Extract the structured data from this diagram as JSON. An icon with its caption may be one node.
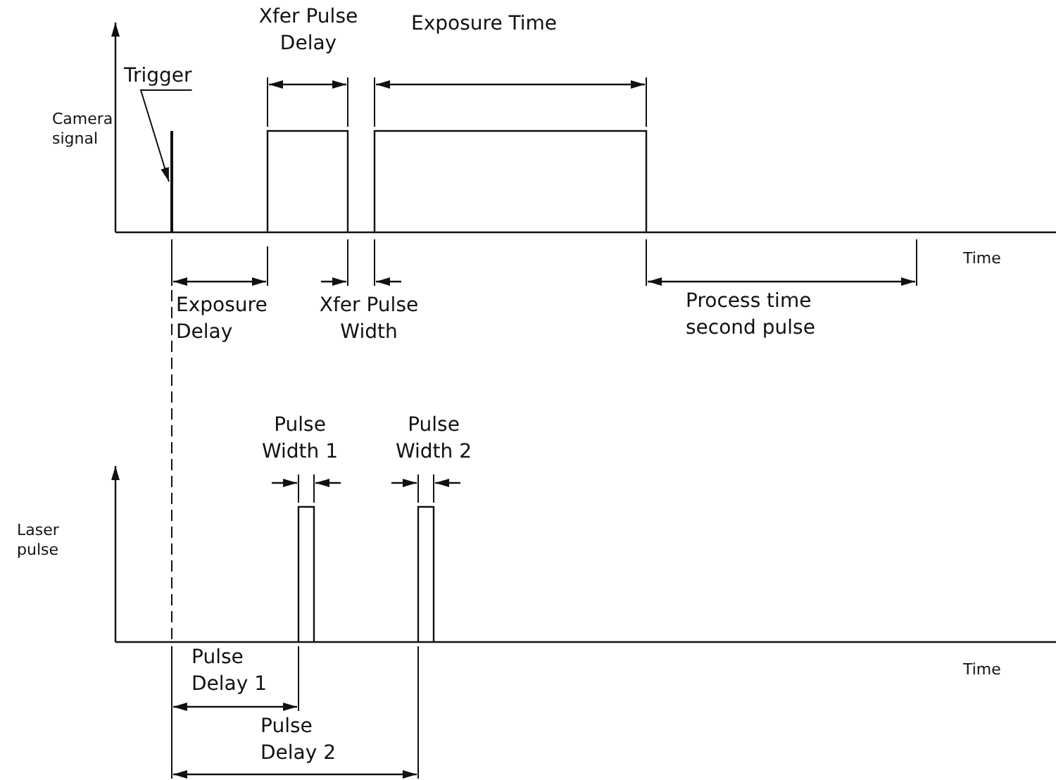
{
  "diagram": {
    "nodes": [
      {
        "text": [
          "Trigger"
        ]
      },
      {
        "text": [],
        "shape": "line"
      }
    ],
    "edges": [
      {
        "from": 0,
        "to": 1,
        "arrow": "to"
      }
    ],
    "labels": [
      "Xfer Pulse Delay",
      "Exposure Time",
      "Camera signal",
      "Time",
      "Exposure Delay",
      "Xfer Pulse Width",
      "Process time second pulse",
      "Pulse Width 1",
      "Pulse Width 2",
      "Laser pulse",
      "Time",
      "Pulse Delay 1",
      "Pulse Delay 2"
    ]
  }
}
